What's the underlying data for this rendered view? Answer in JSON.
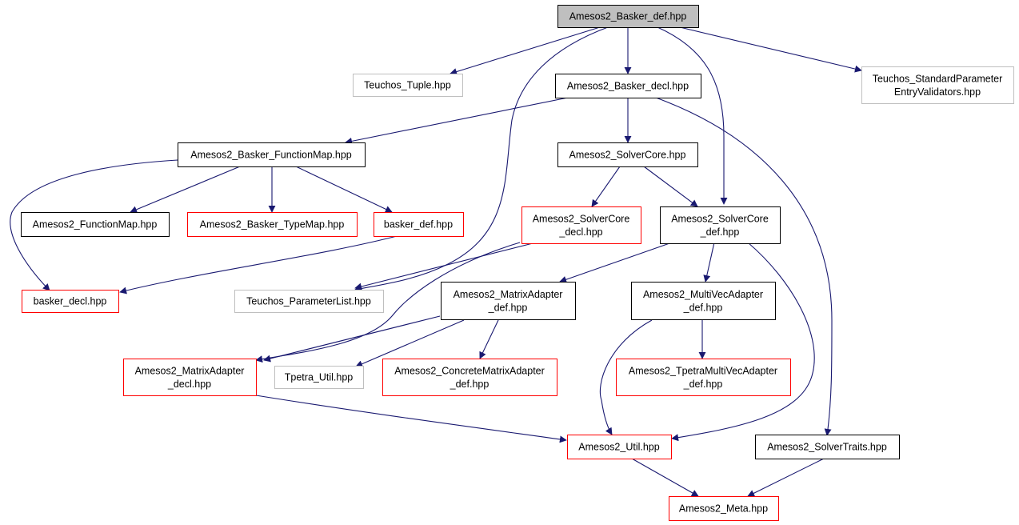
{
  "colors": {
    "edge": "#191970",
    "border_black": "#000000",
    "border_red": "#ff0000",
    "border_grey": "#bfbfbf",
    "fill_root": "#bfbfbf",
    "fill_default": "#ffffff"
  },
  "nodes": {
    "basker_def_root": {
      "lines": [
        "Amesos2_Basker_def.hpp"
      ],
      "style": "root"
    },
    "teuchos_tuple": {
      "lines": [
        "Teuchos_Tuple.hpp"
      ],
      "style": "grey"
    },
    "basker_decl_hpp": {
      "lines": [
        "Amesos2_Basker_decl.hpp"
      ],
      "style": "black"
    },
    "teuchos_spev": {
      "lines": [
        "Teuchos_StandardParameter",
        "EntryValidators.hpp"
      ],
      "style": "grey"
    },
    "basker_functionmap": {
      "lines": [
        "Amesos2_Basker_FunctionMap.hpp"
      ],
      "style": "black"
    },
    "solvercore": {
      "lines": [
        "Amesos2_SolverCore.hpp"
      ],
      "style": "black"
    },
    "functionmap": {
      "lines": [
        "Amesos2_FunctionMap.hpp"
      ],
      "style": "black"
    },
    "basker_typemap": {
      "lines": [
        "Amesos2_Basker_TypeMap.hpp"
      ],
      "style": "red"
    },
    "basker_def": {
      "lines": [
        "basker_def.hpp"
      ],
      "style": "red"
    },
    "solvercore_decl": {
      "lines": [
        "Amesos2_SolverCore",
        "_decl.hpp"
      ],
      "style": "red"
    },
    "solvercore_def": {
      "lines": [
        "Amesos2_SolverCore",
        "_def.hpp"
      ],
      "style": "black"
    },
    "basker_decl": {
      "lines": [
        "basker_decl.hpp"
      ],
      "style": "red"
    },
    "teuchos_paramlist": {
      "lines": [
        "Teuchos_ParameterList.hpp"
      ],
      "style": "grey"
    },
    "matrixadapter_def": {
      "lines": [
        "Amesos2_MatrixAdapter",
        "_def.hpp"
      ],
      "style": "black"
    },
    "multivecadapter_def": {
      "lines": [
        "Amesos2_MultiVecAdapter",
        "_def.hpp"
      ],
      "style": "black"
    },
    "matrixadapter_decl": {
      "lines": [
        "Amesos2_MatrixAdapter",
        "_decl.hpp"
      ],
      "style": "red"
    },
    "tpetra_util": {
      "lines": [
        "Tpetra_Util.hpp"
      ],
      "style": "grey"
    },
    "concretematrixadapter_def": {
      "lines": [
        "Amesos2_ConcreteMatrixAdapter",
        "_def.hpp"
      ],
      "style": "red"
    },
    "tpetramultivecadapter_def": {
      "lines": [
        "Amesos2_TpetraMultiVecAdapter",
        "_def.hpp"
      ],
      "style": "red"
    },
    "util": {
      "lines": [
        "Amesos2_Util.hpp"
      ],
      "style": "red"
    },
    "solvertraits": {
      "lines": [
        "Amesos2_SolverTraits.hpp"
      ],
      "style": "black"
    },
    "meta": {
      "lines": [
        "Amesos2_Meta.hpp"
      ],
      "style": "red"
    }
  }
}
